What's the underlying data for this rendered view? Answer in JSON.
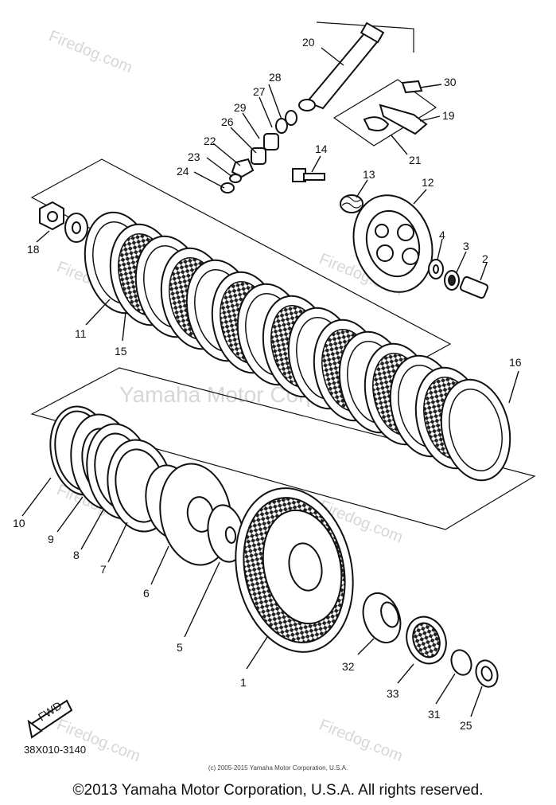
{
  "watermark": {
    "brand": "Yamaha Motor Corporation",
    "site": "Firedog.com",
    "site_alt": "Firedog.com"
  },
  "diagram_code": "38X010-3140",
  "small_copyright": "(c) 2005-2015 Yamaha Motor Corporation, U.S.A.",
  "footer": "©2013 Yamaha Motor Corporation, U.S.A. All rights reserved.",
  "fwd_label": "FWD",
  "callouts": [
    "1",
    "2",
    "3",
    "4",
    "5",
    "6",
    "7",
    "8",
    "9",
    "10",
    "11",
    "12",
    "13",
    "14",
    "15",
    "16",
    "18",
    "19",
    "20",
    "21",
    "22",
    "23",
    "24",
    "25",
    "26",
    "27",
    "28",
    "29",
    "30",
    "31",
    "32",
    "33"
  ]
}
